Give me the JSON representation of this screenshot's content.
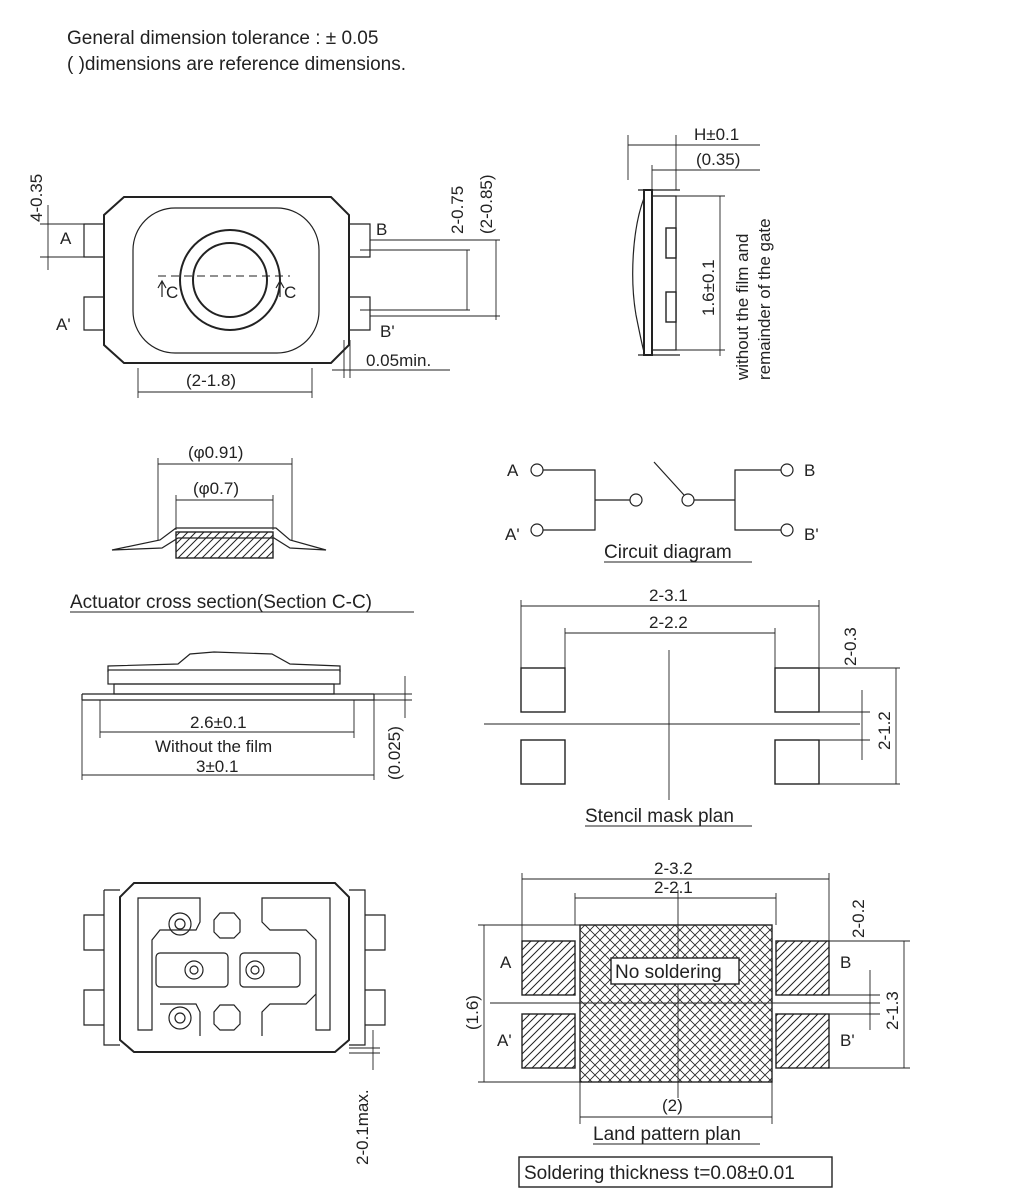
{
  "notes": {
    "tolerance": "General dimension tolerance : ± 0.05",
    "reference": "( )dimensions are reference dimensions."
  },
  "top_view": {
    "dim_4_035": "4-0.35",
    "label_a": "A",
    "label_a_prime": "A'",
    "label_b": "B",
    "label_b_prime": "B'",
    "label_c_left": "C",
    "label_c_right": "C",
    "dim_2_075": "2-0.75",
    "dim_2_085": "(2-0.85)",
    "dim_2_18": "(2-1.8)",
    "dim_005min": "0.05min."
  },
  "side_view": {
    "dim_h": "H±0.1",
    "dim_035": "(0.35)",
    "dim_16": "1.6±0.1",
    "note_line1": "without the film and",
    "note_line2": "remainder of the gate"
  },
  "actuator": {
    "dim_091": "(φ0.91)",
    "dim_07": "(φ0.7)",
    "caption": "Actuator cross section(Section C-C)"
  },
  "circuit": {
    "label_a": "A",
    "label_a_prime": "A'",
    "label_b": "B",
    "label_b_prime": "B'",
    "caption": "Circuit diagram"
  },
  "front_view": {
    "dim_26": "2.6±0.1",
    "without_film": "Without the film",
    "dim_3": "3±0.1",
    "dim_0025": "(0.025)"
  },
  "stencil": {
    "dim_2_31": "2-3.1",
    "dim_2_22": "2-2.2",
    "dim_2_03": "2-0.3",
    "dim_2_12": "2-1.2",
    "caption": "Stencil mask plan"
  },
  "bottom_view": {
    "dim_2_01max": "2-0.1max."
  },
  "land": {
    "dim_2_32": "2-3.2",
    "dim_2_21": "2-2.1",
    "dim_2_02": "2-0.2",
    "dim_2_13": "2-1.3",
    "dim_16": "(1.6)",
    "dim_2": "(2)",
    "label_a": "A",
    "label_a_prime": "A'",
    "label_b": "B",
    "label_b_prime": "B'",
    "no_soldering": "No soldering",
    "caption": "Land pattern plan",
    "thickness": "Soldering thickness t=0.08±0.01"
  }
}
